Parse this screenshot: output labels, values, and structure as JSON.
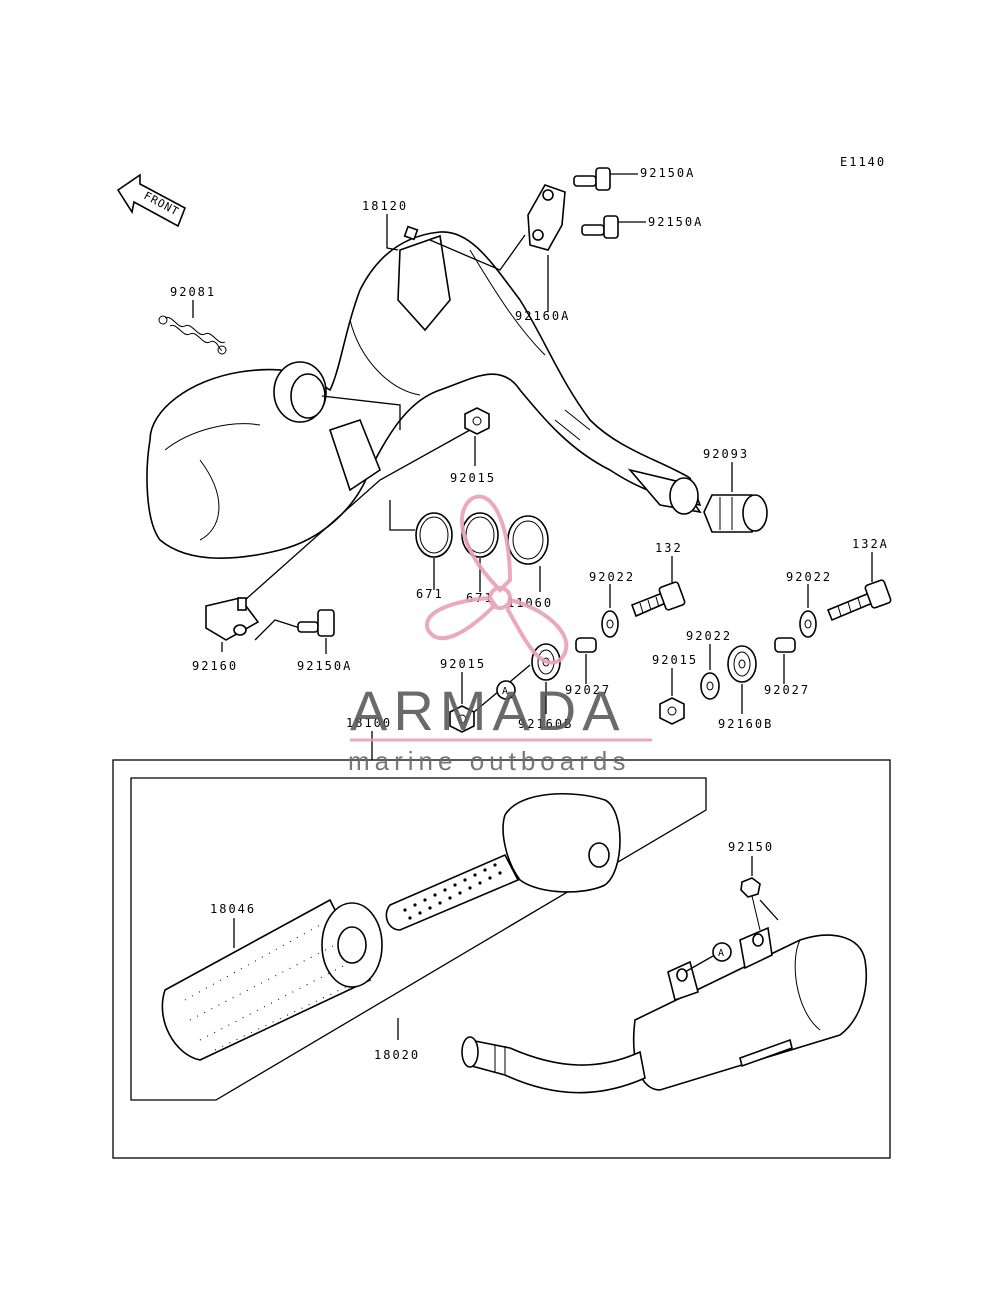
{
  "diagram_code": "E1140",
  "front_label": "FRONT",
  "callout": "A",
  "parts": {
    "p92150A_1": "92150A",
    "p92150A_2": "92150A",
    "p18120": "18120",
    "p92160A": "92160A",
    "p92081": "92081",
    "p92015_top": "92015",
    "p92093": "92093",
    "p671_1": "671",
    "p671_2": "671",
    "p11060": "11060",
    "p92160": "92160",
    "p92150A_3": "92150A",
    "p132": "132",
    "p132A": "132A",
    "p92022_1": "92022",
    "p92022_2": "92022",
    "p92022_3": "92022",
    "p92015_mid": "92015",
    "p92015_right": "92015",
    "p92027_1": "92027",
    "p92027_2": "92027",
    "p92160B_1": "92160B",
    "p92160B_2": "92160B",
    "p18100": "18100",
    "p18046": "18046",
    "p18020": "18020",
    "p92150": "92150"
  },
  "watermark": {
    "brand": "ARMADA",
    "tagline": "marine outboards",
    "accent_color": "#e8a0b8"
  }
}
